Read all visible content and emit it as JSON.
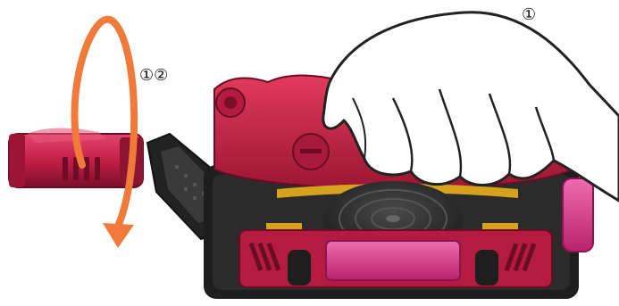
{
  "annotations": {
    "hand_step": "①",
    "rotate_steps": "①②"
  },
  "colors": {
    "arrow": "#f07a3a",
    "body_red": "#c9224a",
    "body_dark": "#8d1430",
    "handle": "#c8264f",
    "frame": "#1e1e1e",
    "hub": "#3a3a3a",
    "pink_panel": "#e04a94",
    "gold_trim": "#d6a21e",
    "hand_outline": "#222222"
  },
  "icons": {
    "hand": "pressing-hand-illustration",
    "arrow": "rotate-arrow-icon",
    "device": "belt-buckle-device-illustration"
  }
}
